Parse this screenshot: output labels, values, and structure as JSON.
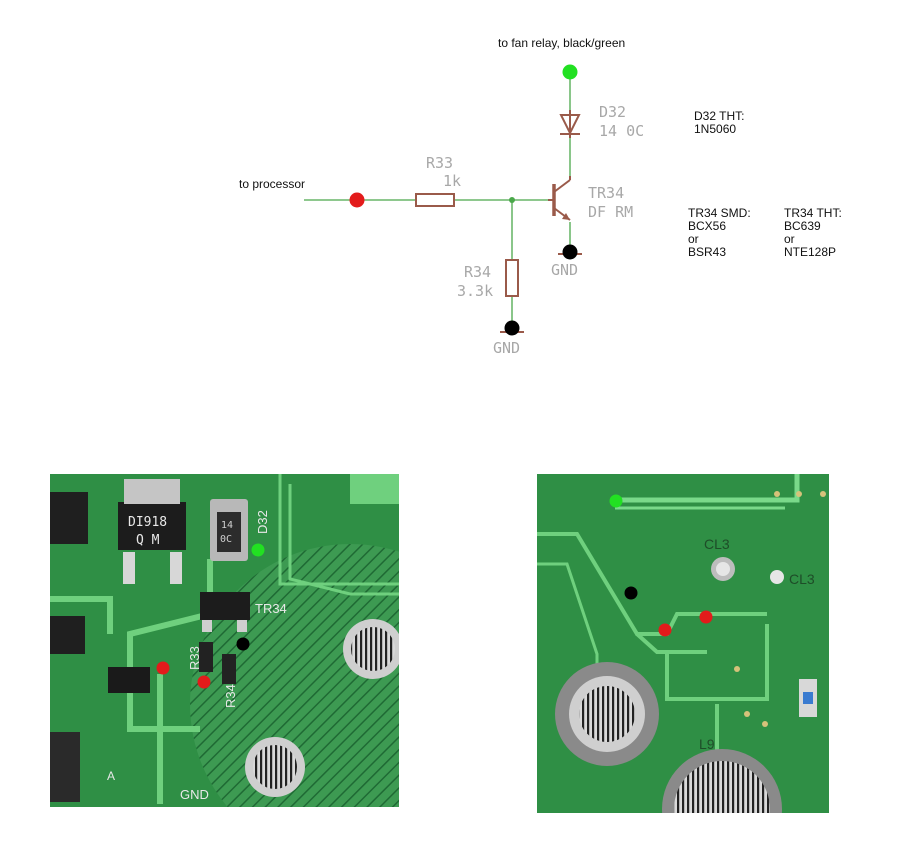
{
  "schematic": {
    "net_labels": {
      "fan_relay": "to fan relay, black/green",
      "processor": "to processor"
    },
    "components": {
      "d32": {
        "ref": "D32",
        "value": "14 0C"
      },
      "r33": {
        "ref": "R33",
        "value": "1k"
      },
      "tr34": {
        "ref": "TR34",
        "value": "DF RM"
      },
      "r34": {
        "ref": "R34",
        "value": "3.3k"
      },
      "gnd1": "GND",
      "gnd2": "GND"
    },
    "notes": {
      "d32_tht": [
        "D32 THT:",
        "1N5060"
      ],
      "tr34_smd": [
        "TR34 SMD:",
        "BCX56",
        "or",
        "BSR43"
      ],
      "tr34_tht": [
        "TR34 THT:",
        "BC639",
        "or",
        "NTE128P"
      ]
    }
  },
  "photo_left": {
    "silkscreen": [
      "DI918",
      "Q M",
      "14",
      "0C",
      "D32",
      "TR34",
      "R33",
      "R34",
      "GND",
      "A"
    ]
  },
  "photo_right": {
    "silkscreen": [
      "CL3",
      "CL3",
      "L9"
    ]
  },
  "colors": {
    "marker_green": "#22e022",
    "marker_red": "#e31b1b",
    "marker_black": "#000000",
    "wire": "#4aa84a",
    "component": "#9a5a4a",
    "pcb_green": "#2f8f45",
    "trace_green": "#6fd07e"
  }
}
